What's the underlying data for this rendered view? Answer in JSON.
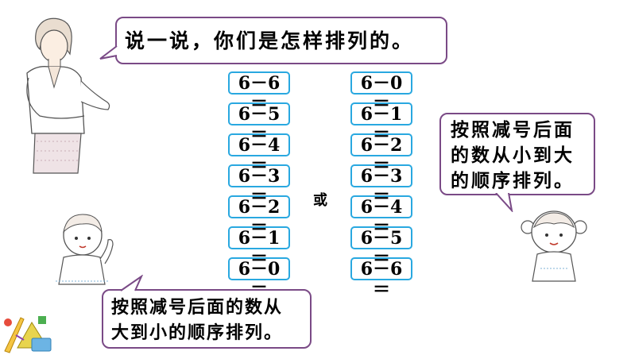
{
  "teacher_bubble": {
    "text": "说一说，你们是怎样排列的。"
  },
  "left_column": [
    "6－6＝",
    "6－5＝",
    "6－4＝",
    "6－3＝",
    "6－2＝",
    "6－1＝",
    "6－0＝"
  ],
  "right_column": [
    "6－0＝",
    "6－1＝",
    "6－2＝",
    "6－3＝",
    "6－4＝",
    "6－5＝",
    "6－6＝"
  ],
  "or_label": "或",
  "girl_bubble": {
    "lines": [
      "按照减号后面",
      "的数从小到大",
      "的顺序排列。"
    ]
  },
  "boy_bubble": {
    "lines": [
      "按照减号后面的数从",
      "大到小的顺序排列。"
    ]
  },
  "colors": {
    "bubble_border": "#7a4a86",
    "box_border": "#29a8e0"
  }
}
